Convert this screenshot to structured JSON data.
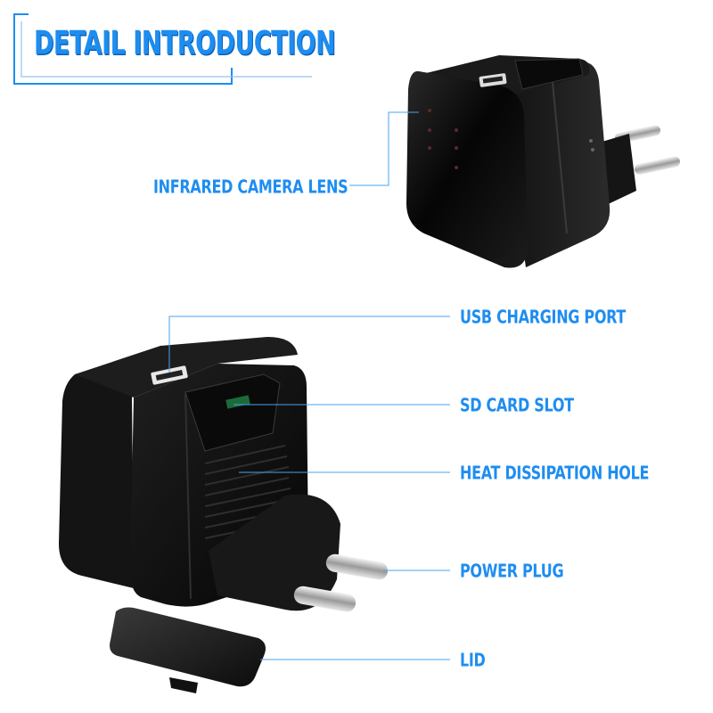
{
  "header": {
    "title": "DETAIL INTRODUCTION"
  },
  "labels": {
    "infrared": "INFRARED CAMERA LENS",
    "usb": "USB CHARGING PORT",
    "sd": "SD CARD SLOT",
    "heat": "HEAT DISSIPATION HOLE",
    "plug": "POWER PLUG",
    "lid": "LID"
  },
  "colors": {
    "accent": "#1e8df0",
    "device": "#0d0d0d",
    "line": "#4aa3f0"
  }
}
